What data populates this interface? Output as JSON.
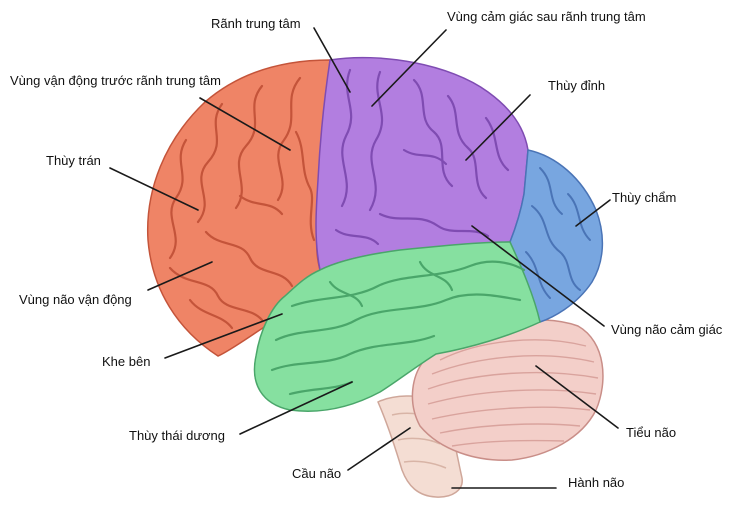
{
  "colors": {
    "frontal": "#ef8466",
    "frontal_dark": "#c4543a",
    "parietal": "#b27ee0",
    "parietal_dark": "#7f4cb2",
    "occipital": "#78a6e0",
    "occipital_dark": "#4a74b6",
    "temporal": "#86e0a0",
    "temporal_dark": "#4aa66a",
    "cerebellum": "#f3cfc9",
    "cerebellum_dark": "#c98e88",
    "brainstem": "#f4ddd3",
    "brainstem_dark": "#cfa79a",
    "line": "#1a1a1a"
  },
  "labels": {
    "ranh_trung_tam": "Rãnh trung tâm",
    "vung_cam_giac_sau": "Vùng cảm giác sau rãnh trung tâm",
    "vung_van_dong_truoc": "Vùng vận động trước rãnh trung tâm",
    "thuy_dinh": "Thùy đỉnh",
    "thuy_tran": "Thùy trán",
    "thuy_cham": "Thùy chẩm",
    "vung_nao_van_dong": "Vùng não vận động",
    "vung_nao_cam_giac": "Vùng não cảm giác",
    "khe_ben": "Khe bên",
    "tieu_nao": "Tiểu não",
    "thuy_thai_duong": "Thùy thái dương",
    "cau_nao": "Cầu não",
    "hanh_nao": "Hành não"
  }
}
